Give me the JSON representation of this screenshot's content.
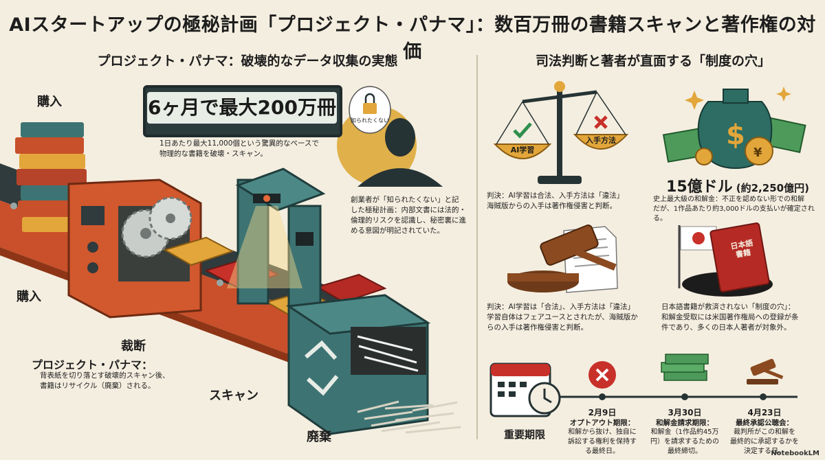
{
  "title": "AIスタートアップの極秘計画「プロジェクト・パナマ」：数百万冊の書籍スキャンと著作権の対価",
  "left": {
    "section_title": "プロジェクト・パナマ：破壊的なデータ収集の実態",
    "counter": "6ヶ月で最大200万冊",
    "counter_note": [
      "1日あたり最大11,000個という驚異的なペースで",
      "物理的な書籍を破壊・スキャン。"
    ],
    "badge": "知られたくない",
    "secret_note": [
      "創業者が「知られたくない」と記",
      "した極秘計画：内部文書には法的・",
      "倫理的リスクを認識し、秘密裏に進",
      "める意図が明記されていた。"
    ],
    "label_buy_top": "購入",
    "label_buy_side": "購入",
    "label_cut": "裁断",
    "project_title": "プロジェクト・パナマ：",
    "project_note": [
      "背表紙を切り落とす破壊的スキャン後、",
      "書籍はリサイクル（廃棄）される。"
    ],
    "label_scan": "スキャン",
    "label_dispose": "廃棄"
  },
  "right": {
    "section_title": "司法判断と著者が直面する「制度の穴」",
    "scale_left": "AI学習",
    "scale_right": "入手方法",
    "scale_note": [
      "判決：AI学習は合法、入手方法は「違法」",
      "海賊版からの入手は著作権侵害と判断。"
    ],
    "settlement_amount": "15億ドル",
    "settlement_yen": "(約2,250億円)",
    "settlement_note": [
      "史上最大級の和解金：不正を認めない形での和解",
      "だが、1作品あたり約3,000ドルの支払いが確定される。"
    ],
    "book_label": "日本語書籍",
    "ruling_note": [
      "判決：AI学習は「合法」、入手方法は「違法」",
      "学習自体はフェアユースとされたが、海賊版か",
      "らの入手は著作権侵害と判断。"
    ],
    "gap_note": [
      "日本語書籍が救済されない「制度の穴」：",
      "和解金受取には米国著作権局への登録が条",
      "件であり、多くの日本人著者が対象外。"
    ]
  },
  "timeline": {
    "label": "重要期限",
    "events": [
      {
        "date": "2月9日",
        "title": "オプトアウト期限：",
        "desc": [
          "和解から抜け、独自に",
          "訴訟する権利を保持す",
          "る最終日。"
        ]
      },
      {
        "date": "3月30日",
        "title": "和解金請求期限：",
        "desc": [
          "和解金（1作品約45万",
          "円）を請求するための",
          "最終締切。"
        ]
      },
      {
        "date": "4月23日",
        "title": "最終承認公聴会：",
        "desc": [
          "裁判所がこの和解を",
          "最終的に承認するかを",
          "決定する日。"
        ]
      }
    ]
  },
  "footer": "NotebookLM",
  "colors": {
    "background": "#f4eee0",
    "orange": "#d2582d",
    "teal": "#3d7473",
    "dark": "#263334",
    "gold": "#e2a63a",
    "red": "#c8302a",
    "green": "#2f8f4f"
  }
}
